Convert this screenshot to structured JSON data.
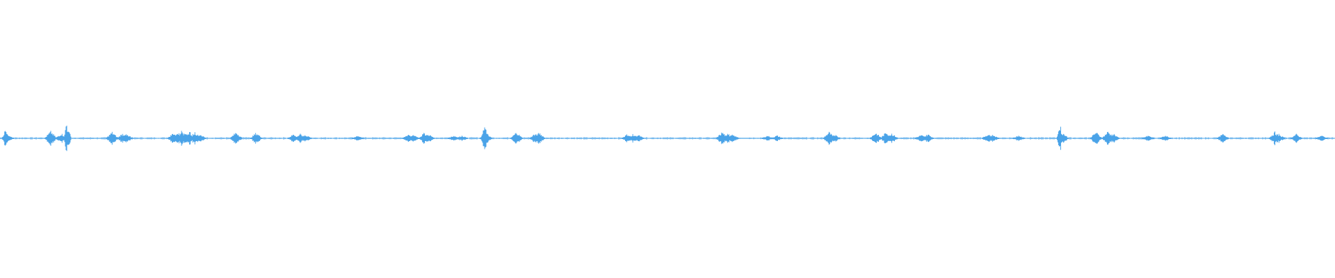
{
  "waveform": {
    "color": "#4aa3e8",
    "background": "#ffffff",
    "duration_fraction_points": [
      [
        0.004,
        0.6
      ],
      [
        0.006,
        0.3
      ],
      [
        0.038,
        0.5
      ],
      [
        0.046,
        0.35
      ],
      [
        0.05,
        1.0
      ],
      [
        0.051,
        0.7
      ],
      [
        0.084,
        0.45
      ],
      [
        0.092,
        0.35
      ],
      [
        0.095,
        0.3
      ],
      [
        0.13,
        0.4
      ],
      [
        0.133,
        0.55
      ],
      [
        0.136,
        0.6
      ],
      [
        0.139,
        0.5
      ],
      [
        0.142,
        0.55
      ],
      [
        0.146,
        0.45
      ],
      [
        0.15,
        0.3
      ],
      [
        0.177,
        0.45
      ],
      [
        0.192,
        0.4
      ],
      [
        0.22,
        0.3
      ],
      [
        0.225,
        0.3
      ],
      [
        0.229,
        0.25
      ],
      [
        0.268,
        0.2
      ],
      [
        0.306,
        0.3
      ],
      [
        0.31,
        0.25
      ],
      [
        0.318,
        0.4
      ],
      [
        0.321,
        0.3
      ],
      [
        0.34,
        0.2
      ],
      [
        0.346,
        0.2
      ],
      [
        0.363,
        0.95
      ],
      [
        0.364,
        0.4
      ],
      [
        0.387,
        0.45
      ],
      [
        0.401,
        0.35
      ],
      [
        0.404,
        0.4
      ],
      [
        0.47,
        0.3
      ],
      [
        0.474,
        0.3
      ],
      [
        0.478,
        0.25
      ],
      [
        0.541,
        0.45
      ],
      [
        0.545,
        0.35
      ],
      [
        0.549,
        0.3
      ],
      [
        0.575,
        0.2
      ],
      [
        0.582,
        0.2
      ],
      [
        0.621,
        0.45
      ],
      [
        0.625,
        0.3
      ],
      [
        0.656,
        0.4
      ],
      [
        0.664,
        0.45
      ],
      [
        0.668,
        0.35
      ],
      [
        0.69,
        0.25
      ],
      [
        0.695,
        0.3
      ],
      [
        0.74,
        0.3
      ],
      [
        0.744,
        0.25
      ],
      [
        0.763,
        0.2
      ],
      [
        0.794,
        0.95
      ],
      [
        0.796,
        0.4
      ],
      [
        0.821,
        0.45
      ],
      [
        0.83,
        0.5
      ],
      [
        0.834,
        0.35
      ],
      [
        0.86,
        0.2
      ],
      [
        0.873,
        0.2
      ],
      [
        0.916,
        0.3
      ],
      [
        0.955,
        0.45
      ],
      [
        0.958,
        0.3
      ],
      [
        0.971,
        0.3
      ],
      [
        0.99,
        0.2
      ]
    ]
  }
}
